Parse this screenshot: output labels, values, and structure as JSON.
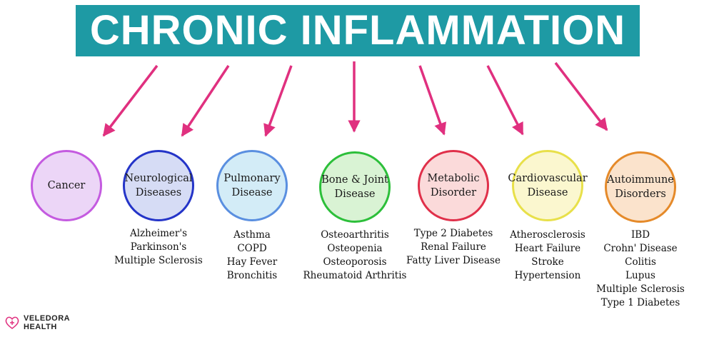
{
  "title": "CHRONIC INFLAMMATION",
  "colors": {
    "banner": "#1e9aa4",
    "arrow": "#e0307f"
  },
  "categories": [
    {
      "label": "Cancer",
      "border": "#c45be0",
      "fill": "#ecd6f7",
      "items": []
    },
    {
      "label": "Neurological\nDiseases",
      "border": "#2434c8",
      "fill": "#d6dcf5",
      "items": [
        "Alzheimer's",
        "Parkinson's",
        "Multiple Sclerosis"
      ]
    },
    {
      "label": "Pulmonary\nDisease",
      "border": "#5a8fe0",
      "fill": "#d3ecf7",
      "items": [
        "Asthma",
        "COPD",
        "Hay Fever",
        "Bronchitis"
      ]
    },
    {
      "label": "Bone & Joint\nDisease",
      "border": "#2cbf3a",
      "fill": "#d9f3d4",
      "items": [
        "Osteoarthritis",
        "Osteopenia",
        "Osteoporosis",
        "Rheumatoid Arthritis"
      ]
    },
    {
      "label": "Metabolic\nDisorder",
      "border": "#e0304a",
      "fill": "#fbdada",
      "items": [
        "Type 2 Diabetes",
        "Renal Failure",
        "Fatty Liver Disease"
      ]
    },
    {
      "label": "Cardiovascular\nDisease",
      "border": "#e8e04a",
      "fill": "#fbf7cf",
      "items": [
        "Atherosclerosis",
        "Heart Failure",
        "Stroke",
        "Hypertension"
      ]
    },
    {
      "label": "Autoimmune\nDisorders",
      "border": "#e58a2a",
      "fill": "#fbe3cc",
      "items": [
        "IBD",
        "Crohn' Disease",
        "Colitis",
        "Lupus",
        "Multiple Sclerosis",
        "Type 1 Diabetes"
      ]
    }
  ],
  "logo": {
    "text": "VELEDORA\nHEALTH",
    "icon": "heart-cross-icon"
  }
}
